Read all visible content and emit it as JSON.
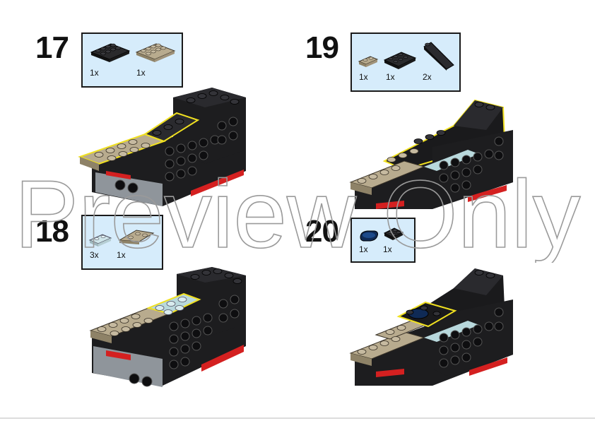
{
  "steps": [
    {
      "number": "17",
      "parts": [
        {
          "qty": "1x",
          "icon": "black-plate-2x4-icon"
        },
        {
          "qty": "1x",
          "icon": "tan-plate-2x4-icon"
        }
      ]
    },
    {
      "number": "18",
      "parts": [
        {
          "qty": "3x",
          "icon": "trans-clear-tile-1x2-icon"
        },
        {
          "qty": "1x",
          "icon": "tan-wedge-plate-icon"
        }
      ]
    },
    {
      "number": "19",
      "parts": [
        {
          "qty": "1x",
          "icon": "tan-plate-1x2-icon"
        },
        {
          "qty": "1x",
          "icon": "black-plate-2x4-icon"
        },
        {
          "qty": "2x",
          "icon": "black-slope-icon"
        }
      ]
    },
    {
      "number": "20",
      "parts": [
        {
          "qty": "1x",
          "icon": "dark-blue-tile-round-icon"
        },
        {
          "qty": "1x",
          "icon": "black-plate-2x2-icon"
        }
      ]
    }
  ],
  "watermark": "Preview Only",
  "colors": {
    "parts_box_bg": "#d6ecfb",
    "tan": "#b8ab8e",
    "black_brick": "#1d1d1f",
    "red": "#d42020",
    "gray": "#9aa0a6",
    "highlight": "#f0e020",
    "trans_clear": "#b8d8dc",
    "dark_blue": "#0f2a55"
  }
}
